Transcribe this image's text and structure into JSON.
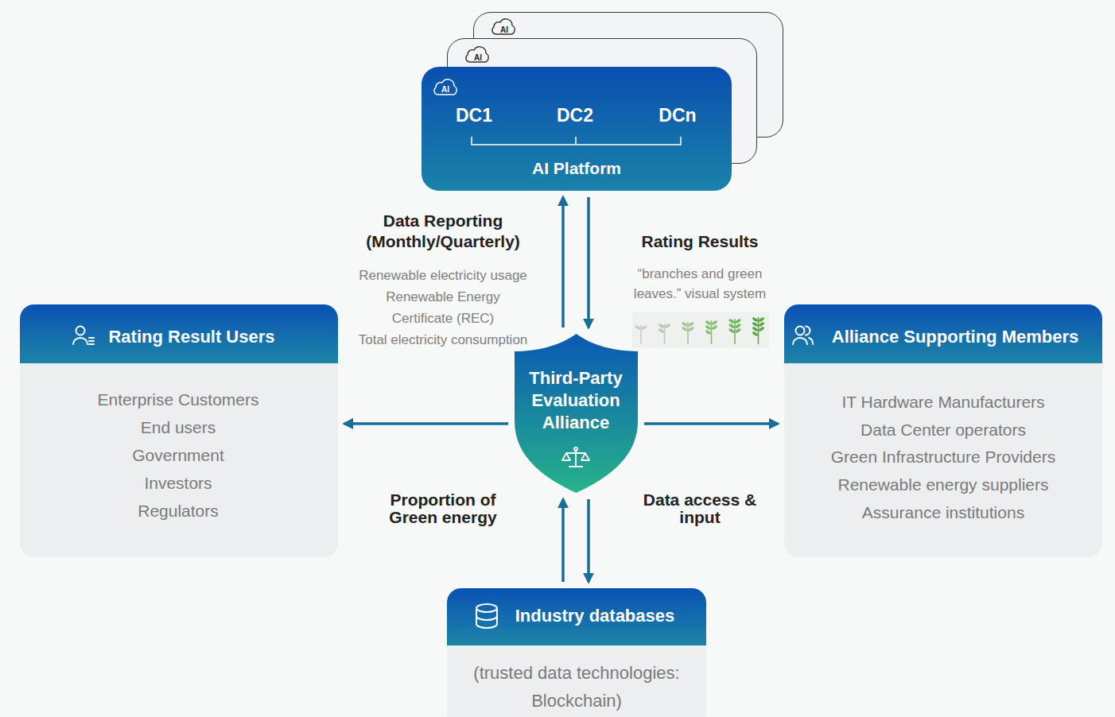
{
  "diagram": {
    "nodes": [
      {
        "text": [
          "AI"
        ]
      },
      {
        "text": [
          "AI"
        ]
      },
      {
        "text": [
          "AI",
          "DC1",
          "DC2",
          "DCn",
          "AI Platform"
        ]
      },
      {
        "text": [
          "Rating Result Users",
          "Enterprise Customers",
          "End users",
          "Government",
          "Investors",
          "Regulators"
        ]
      },
      {
        "text": [
          "Third-Party Evaluation Alliance"
        ]
      },
      {
        "text": [
          "Alliance Supporting Members",
          "IT Hardware Manufacturers",
          "Data Center operators",
          "Green Infrastructure Providers",
          "Renewable energy suppliers",
          "Assurance institutions"
        ]
      },
      {
        "text": [
          "Industry databases",
          "(trusted data technologies: Blockchain)"
        ]
      }
    ],
    "edges": [
      {
        "from": 4,
        "to": 2,
        "arrow": "to",
        "label": "Data Reporting (Monthly/Quarterly)"
      },
      {
        "from": 2,
        "to": 4,
        "arrow": "to",
        "label": "Rating Results"
      },
      {
        "from": 4,
        "to": 3,
        "arrow": "to"
      },
      {
        "from": 4,
        "to": 5,
        "arrow": "to"
      },
      {
        "from": 6,
        "to": 4,
        "arrow": "to",
        "label": "Proportion of Green energy"
      },
      {
        "from": 4,
        "to": 6,
        "arrow": "to",
        "label": "Data access & input"
      }
    ],
    "labels": [
      "Renewable electricity usage",
      "Renewable Energy Certificate (REC)",
      "Total electricity consumption",
      "“branches and green leaves.” visual system"
    ]
  }
}
